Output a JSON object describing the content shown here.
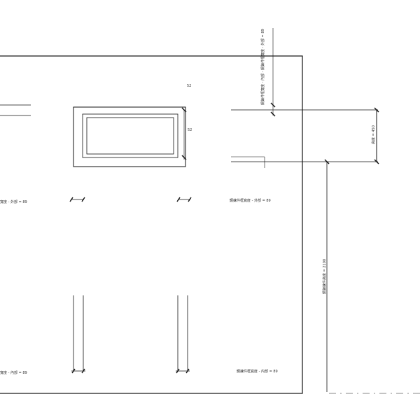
{
  "labels": {
    "top_vertical": "鋼鍊件框寬度 - 內部 - 鋼鍊件框寬度 - 外部 = 89",
    "outer_left": "寬度 - 外部 = 89",
    "outer_right": "鋼鍊件框寬度 - 外部 = 89",
    "inner_left": "寬度 - 內部 = 89",
    "inner_right": "鋼鍊件框寬度 - 內部 = 89",
    "height": "高度 = 450",
    "total_height": "鋼鍊鍊件高度 = 2100",
    "dim_a": "52",
    "dim_b": "52"
  }
}
